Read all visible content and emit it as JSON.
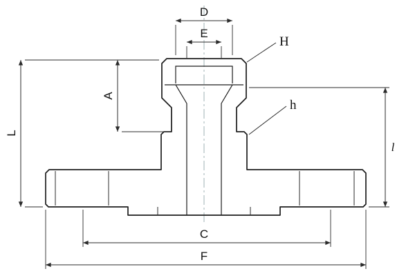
{
  "colors": {
    "background": "#ffffff",
    "line": "#1c1c1c",
    "centerline": "#9fb2b4"
  },
  "labels": {
    "d": "D",
    "e": "E",
    "cap_callout": "H",
    "shoulder_callout": "h",
    "a": "A",
    "overall_height": "L",
    "right_height": "l",
    "inner_span": "C",
    "overall_width": "F"
  }
}
